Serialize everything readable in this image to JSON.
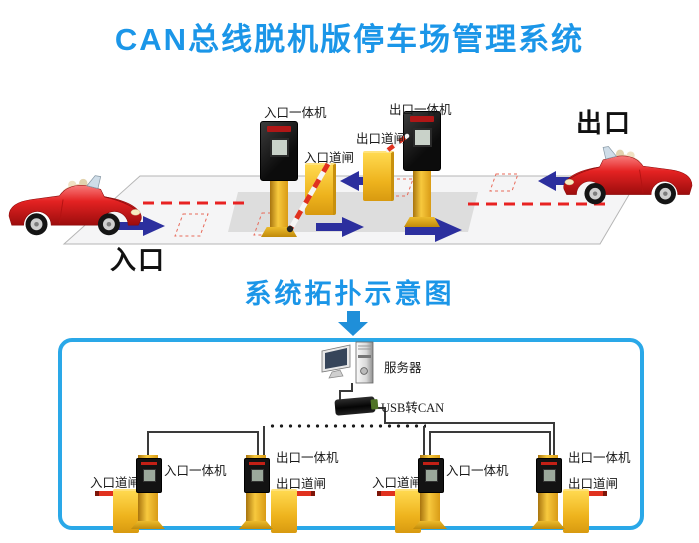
{
  "page": {
    "title": "CAN总线脱机版停车场管理系统",
    "topology_title": "系统拓扑示意图"
  },
  "scene": {
    "entrance_label": "入口",
    "exit_label": "出口",
    "entry_machine_label": "入口一体机",
    "entry_gate_label": "入口道闸",
    "exit_machine_label": "出口一体机",
    "exit_gate_label": "出口道闸"
  },
  "topology": {
    "server_label": "服务器",
    "usb_can_label": "USB转CAN",
    "groups": [
      {
        "type": "entry",
        "machine_label": "入口一体机",
        "gate_label": "入口道闸"
      },
      {
        "type": "exit",
        "machine_label": "出口一体机",
        "gate_label": "出口道闸"
      },
      {
        "type": "entry",
        "machine_label": "入口一体机",
        "gate_label": "入口道闸"
      },
      {
        "type": "exit",
        "machine_label": "出口一体机",
        "gate_label": "出口道闸"
      }
    ]
  },
  "colors": {
    "title_blue": "#1b96e8",
    "box_border_blue": "#2aa8e8",
    "lane_arrow_navy": "#2c2f9e",
    "machine_yellow": "#f2bb2a",
    "barrier_red": "#e0311f",
    "dash_red": "#e82222"
  }
}
